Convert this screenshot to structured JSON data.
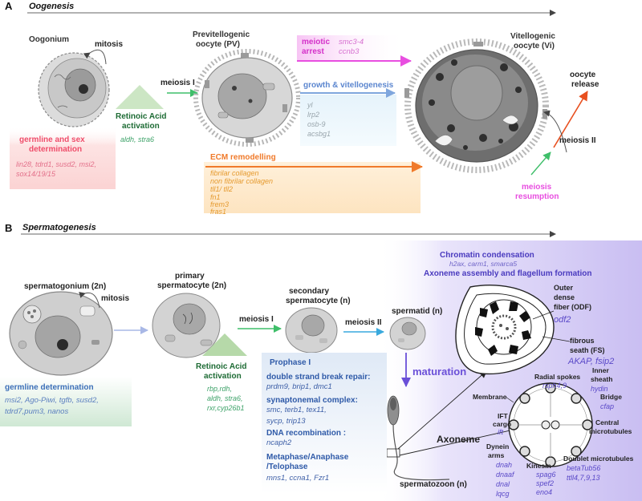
{
  "panelA": {
    "letter": "A",
    "title": "Oogenesis",
    "oogonium": "Oogonium",
    "mitosis": "mitosis",
    "pv_line1": "Previtellogenic",
    "pv_line2": "oocyte (PV)",
    "meiosis1": "meiosis I",
    "ra_line1": "Retinoic Acid",
    "ra_line2": "activation",
    "ra_genes": "aldh, stra6",
    "germ_line1": "germline and sex",
    "germ_line2": "determination",
    "germ_genes1": "lin28, tdrd1, susd2, msi2,",
    "germ_genes2": "sox14/19/15",
    "meiotic_line1": "meiotic",
    "meiotic_line2": "arrest",
    "meiotic_genes1": "smc3-4",
    "meiotic_genes2": "ccnb3",
    "growth": "growth & vitellogenesis",
    "growth_genes": [
      "yl",
      "lrp2",
      "osb-9",
      "acsbg1"
    ],
    "ecm": "ECM remodelling",
    "ecm_genes": [
      "fibrilar collagen",
      "non fibrilar collagen",
      "tll1/ tll2",
      "fn1",
      "frem3",
      "fras1"
    ],
    "vi_line1": "Vitellogenic",
    "vi_line2": "oocyte (Vi)",
    "release_line1": "oocyte",
    "release_line2": "release",
    "meiosis2": "meiosis II",
    "resump_line1": "meiosis",
    "resump_line2": "resumption"
  },
  "panelB": {
    "letter": "B",
    "title": "Spermatogenesis",
    "spermatogonium": "spermatogonium (2n)",
    "mitosis": "mitosis",
    "primary_line1": "primary",
    "primary_line2": "spermatocyte (2n)",
    "meiosis1": "meiosis I",
    "secondary_line1": "secondary",
    "secondary_line2": "spermatocyte (n)",
    "meiosis2": "meiosis II",
    "spermatid": "spermatid (n)",
    "maturation": "maturation",
    "spermatozoon": "spermatozoon (n)",
    "ra_line1": "Retinoic Acid",
    "ra_line2": "activation",
    "ra_genes": [
      "rbp,rdh,",
      "aldh, stra6,",
      "rxr,cyp26b1"
    ],
    "germ_title": "germline determination",
    "germ_genes": [
      "msi2, Ago-Piwi, tgfb, susd2,",
      "tdrd7,pum3, nanos"
    ],
    "prophase": "Prophase I",
    "dsb": "double strand break  repair:",
    "dsb_genes": "prdm9, brip1, dmc1",
    "syn": "synaptonemal complex:",
    "syn_genes": [
      "smc, terb1, tex11,",
      "sycp, trip13"
    ],
    "dnarec": "DNA recombination :",
    "dnarec_genes": "ncaph2",
    "meta_line1": "Metaphase/Anaphase",
    "meta_line2": "/Telophase",
    "meta_genes": "mns1, ccna1,  Fzr1",
    "chromatin": "Chromatin condensation",
    "chromatin_genes": "h2ax, carm1, smarca5",
    "axoneme_assembly": "Axoneme assembly and flagellum formation",
    "odf_line1": "Outer",
    "odf_line2": "dense",
    "odf_line3": "fiber (ODF)",
    "odf_gene": "odf2",
    "fs_line1": "fibrous",
    "fs_line2": "seath (FS)",
    "fs_genes": "AKAP, fsip2",
    "radial": "Radial spokes",
    "radial_genes": "rsph4,9",
    "inner_line1": "Inner",
    "inner_line2": "sheath",
    "inner_gene": "hydin",
    "membrane": "Membrane",
    "bridge": "Bridge",
    "bridge_gene": "cfap",
    "ift_line1": "IFT",
    "ift_line2": "cargo",
    "ift_gene": "ift",
    "central_line1": "Central",
    "central_line2": "microtubules",
    "axoneme": "Axoneme",
    "dynein_line1": "Dynein",
    "dynein_line2": "arms",
    "dynein_genes": [
      "dnah",
      "dnaaf",
      "dnal",
      "lqcg"
    ],
    "kinesin": "Kinesin",
    "kinesin_genes": [
      "spag6",
      "spef2",
      "eno4"
    ],
    "doublet": "Doublet microtubules",
    "doublet_genes": [
      "betaTub56",
      "ttll4,7,9,13"
    ]
  }
}
